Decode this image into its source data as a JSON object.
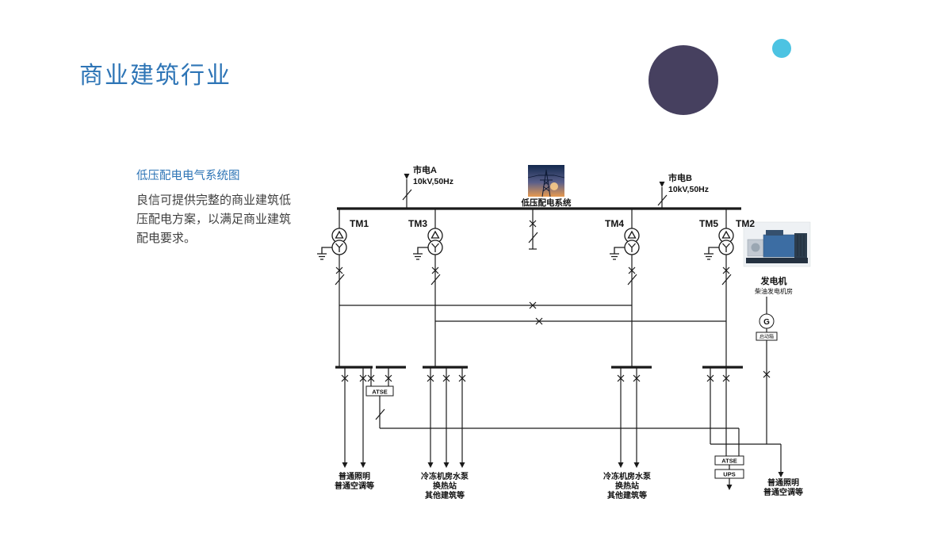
{
  "slide": {
    "title": "商业建筑行业",
    "section_heading": "低压配电电气系统图",
    "body_text": "良信可提供完整的商业建筑低压配电方案，以满足商业建筑配电要求。"
  },
  "colors": {
    "accent_blue": "#2E75B6",
    "decorative_circle_dark": "#46405F",
    "decorative_circle_cyan": "#4CC3E2",
    "diagram_line": "#1A1A1A"
  },
  "diagram": {
    "source_a_name": "市电A",
    "source_a_spec": "10kV,50Hz",
    "source_b_name": "市电B",
    "source_b_spec": "10kV,50Hz",
    "system_label": "低压配电系统",
    "transformers": [
      "TM1",
      "TM3",
      "TM4",
      "TM5",
      "TM2"
    ],
    "generator_title": "发电机",
    "generator_room": "柴油发电机房",
    "generator_symbol": "G",
    "starter_box": "启动箱",
    "atse1": "ATSE",
    "atse2": "ATSE",
    "ups": "UPS",
    "loads": [
      [
        "普通照明",
        "普通空调等"
      ],
      [
        "冷冻机房水泵",
        "换热站",
        "其他建筑等"
      ],
      [
        "冷冻机房水泵",
        "换热站",
        "其他建筑等"
      ],
      [
        "普通照明",
        "普通空调等"
      ]
    ]
  }
}
